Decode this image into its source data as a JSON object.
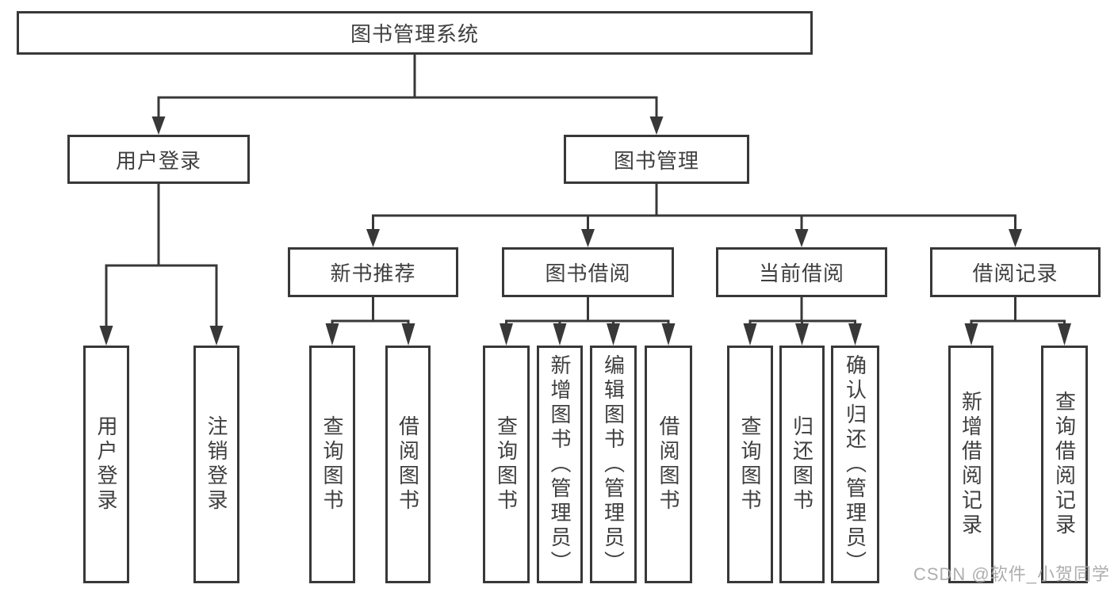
{
  "diagram": {
    "root": {
      "label": "图书管理系统"
    },
    "branches": [
      {
        "label": "用户登录",
        "children": [
          {
            "label": "用户登录"
          },
          {
            "label": "注销登录"
          }
        ]
      },
      {
        "label": "图书管理",
        "groups": [
          {
            "label": "新书推荐",
            "children": [
              {
                "label": "查询图书"
              },
              {
                "label": "借阅图书"
              }
            ]
          },
          {
            "label": "图书借阅",
            "children": [
              {
                "label": "查询图书"
              },
              {
                "label": "新增图书（管理员）"
              },
              {
                "label": "编辑图书（管理员）"
              },
              {
                "label": "借阅图书"
              }
            ]
          },
          {
            "label": "当前借阅",
            "children": [
              {
                "label": "查询图书"
              },
              {
                "label": "归还图书"
              },
              {
                "label": "确认归还（管理员）"
              }
            ]
          },
          {
            "label": "借阅记录",
            "children": [
              {
                "label": "新增借阅记录"
              },
              {
                "label": "查询借阅记录"
              }
            ]
          }
        ]
      }
    ]
  },
  "watermark": {
    "text": "CSDN @软件_小贺同学",
    "color": "#a8a8a8"
  },
  "colors": {
    "background": "#ffffff",
    "line": "#383838",
    "text": "#3f3f3f"
  }
}
